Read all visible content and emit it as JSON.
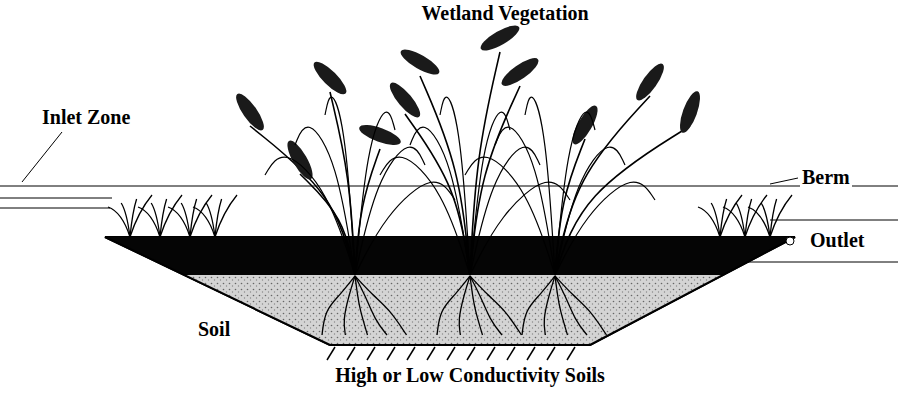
{
  "diagram": {
    "labels": [
      "Wetland Vegetation",
      "Inlet Zone",
      "Berm",
      "Outlet",
      "Soil",
      "High or Low Conductivity Soils"
    ]
  }
}
